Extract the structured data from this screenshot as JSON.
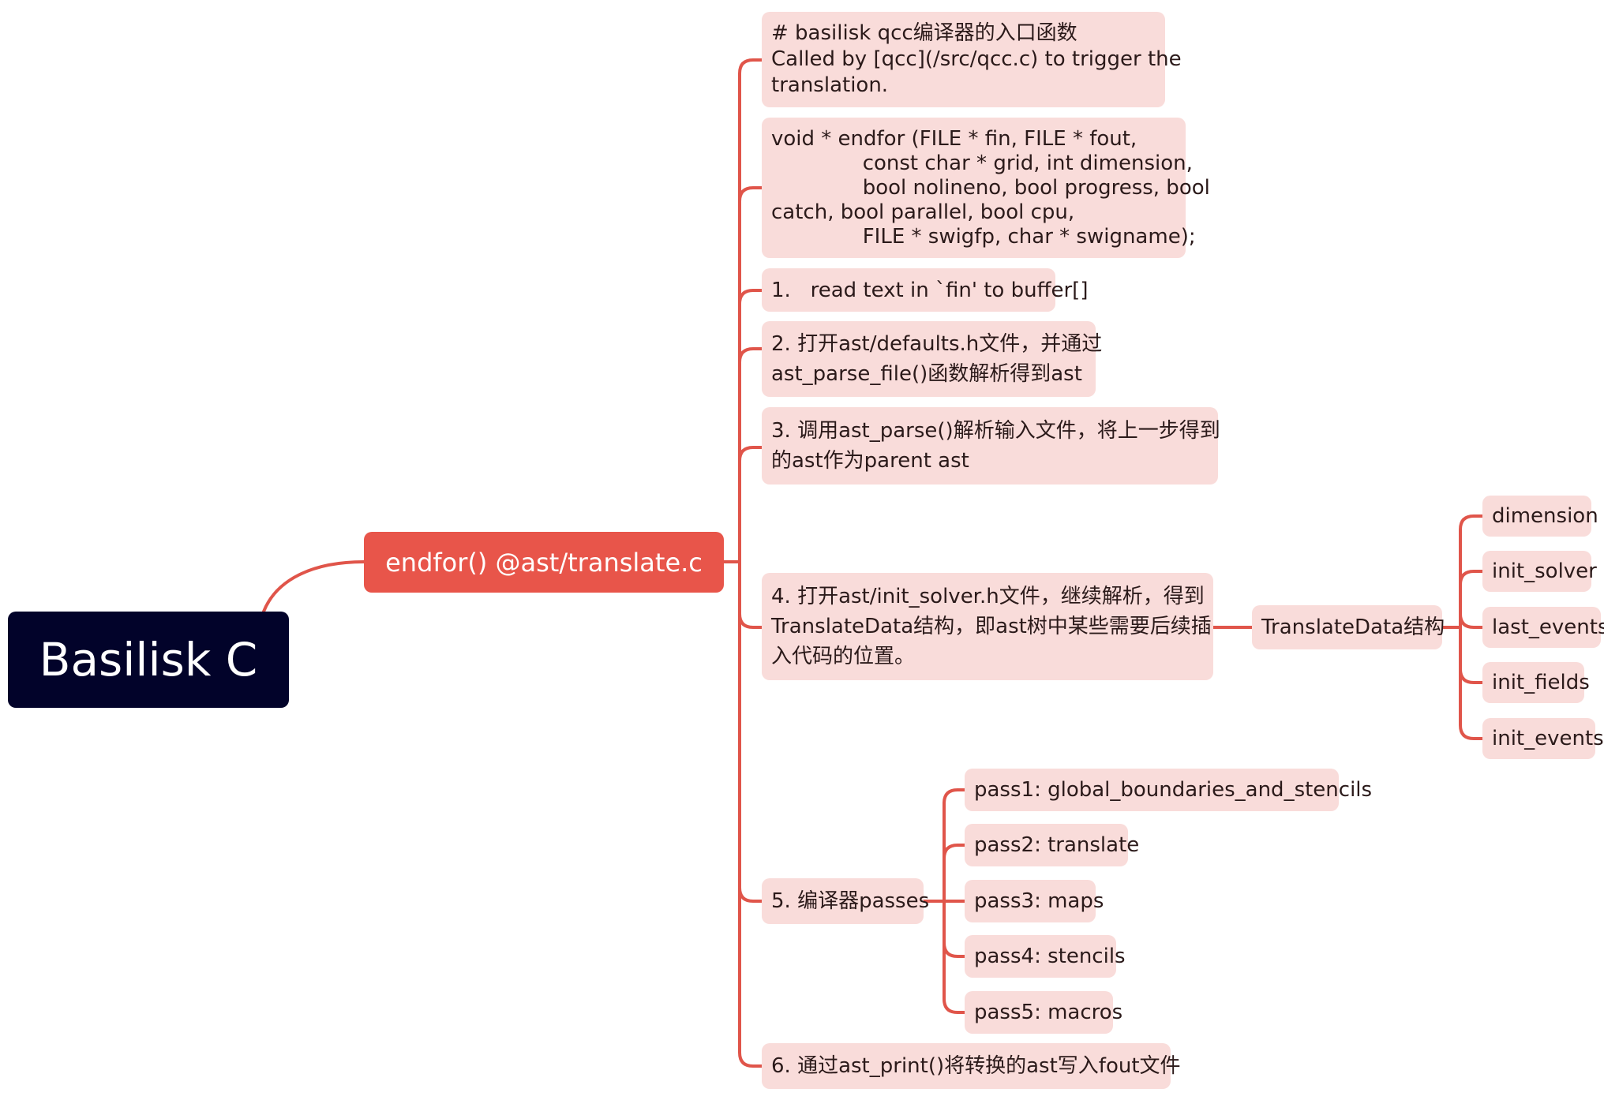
{
  "colors": {
    "root_bg": "#02032a",
    "main_topic_bg": "#e8554a",
    "subtopic_bg": "#f9dcda",
    "connector": "#e0554a"
  },
  "root": {
    "label": "Basilisk C"
  },
  "main_topic": {
    "label": "endfor() @ast/translate.c"
  },
  "steps": [
    {
      "label": "# basilisk qcc编译器的入口函数\nCalled by [qcc](/src/qcc.c) to trigger the\ntranslation."
    },
    {
      "label": "void * endfor (FILE * fin, FILE * fout,\n              const char * grid, int dimension,\n              bool nolineno, bool progress, bool\ncatch, bool parallel, bool cpu,\n              FILE * swigfp, char * swigname);"
    },
    {
      "label": "1.   read text in `fin' to buffer[]"
    },
    {
      "label": "2. 打开ast/defaults.h文件，并通过\nast_parse_file()函数解析得到ast"
    },
    {
      "label": "3. 调用ast_parse()解析输入文件，将上一步得到\n的ast作为parent ast"
    },
    {
      "label": "4. 打开ast/init_solver.h文件，继续解析，得到\nTranslateData结构，即ast树中某些需要后续插\n入代码的位置。"
    },
    {
      "label": "5. 编译器passes"
    },
    {
      "label": "6. 通过ast_print()将转换的ast写入fout文件"
    }
  ],
  "translate_data": {
    "label": "TranslateData结构",
    "fields": [
      "dimension",
      "init_solver",
      "last_events",
      "init_fields",
      "init_events"
    ]
  },
  "passes": [
    "pass1: global_boundaries_and_stencils",
    "pass2: translate",
    "pass3: maps",
    "pass4: stencils",
    "pass5: macros"
  ]
}
